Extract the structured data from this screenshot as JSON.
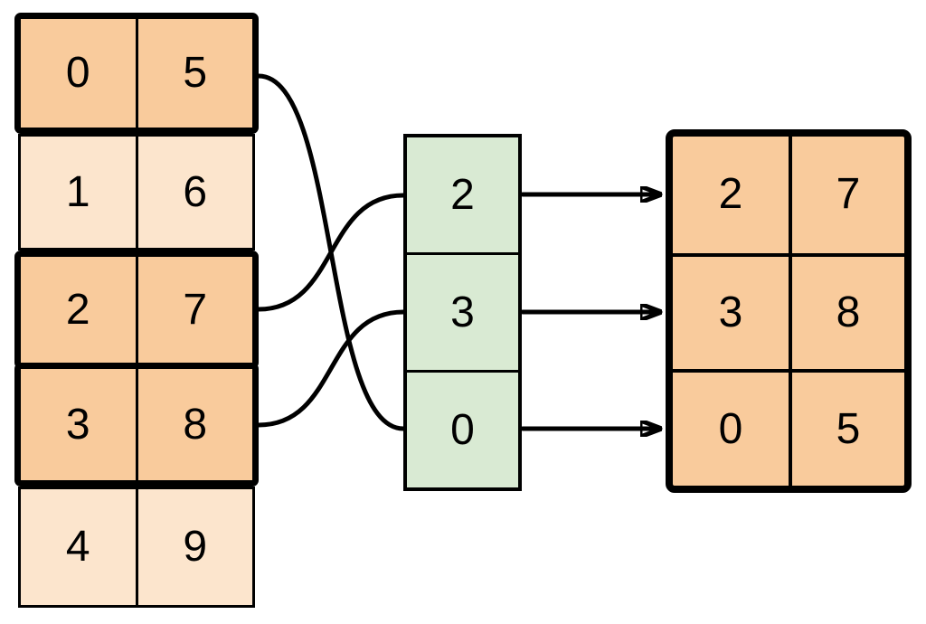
{
  "colors": {
    "highlight_fill": "#F9CB9C",
    "muted_fill": "#FCE5CD",
    "index_fill": "#D9EAD3",
    "stroke": "#000000",
    "background": "#FFFFFF"
  },
  "source_table": {
    "rows": [
      {
        "cells": [
          "0",
          "5"
        ],
        "highlighted": true
      },
      {
        "cells": [
          "1",
          "6"
        ],
        "highlighted": false
      },
      {
        "cells": [
          "2",
          "7"
        ],
        "highlighted": true
      },
      {
        "cells": [
          "3",
          "8"
        ],
        "highlighted": true
      },
      {
        "cells": [
          "4",
          "9"
        ],
        "highlighted": false
      }
    ]
  },
  "index_column": {
    "cells": [
      "2",
      "3",
      "0"
    ]
  },
  "result_table": {
    "rows": [
      {
        "cells": [
          "2",
          "7"
        ]
      },
      {
        "cells": [
          "3",
          "8"
        ]
      },
      {
        "cells": [
          "0",
          "5"
        ]
      }
    ]
  },
  "connections": [
    {
      "from": "source-row-0",
      "to": "index-cell-2",
      "style": "curve"
    },
    {
      "from": "source-row-2",
      "to": "index-cell-0",
      "style": "curve"
    },
    {
      "from": "source-row-3",
      "to": "index-cell-1",
      "style": "curve"
    },
    {
      "from": "index-cell-0",
      "to": "result-row-0",
      "style": "arrow"
    },
    {
      "from": "index-cell-1",
      "to": "result-row-1",
      "style": "arrow"
    },
    {
      "from": "index-cell-2",
      "to": "result-row-2",
      "style": "arrow"
    }
  ]
}
